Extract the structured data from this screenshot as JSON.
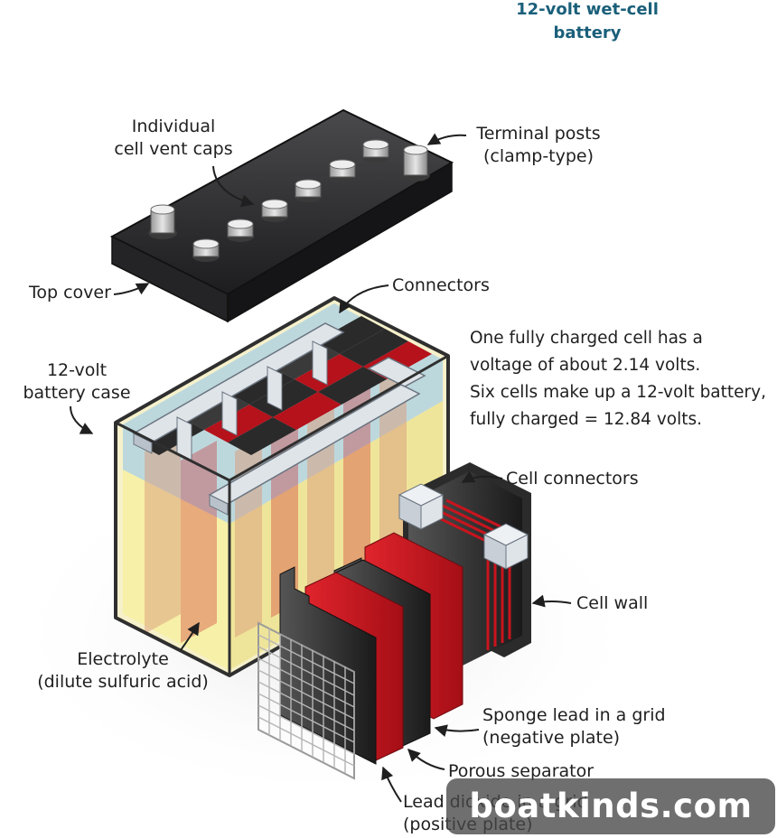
{
  "title": {
    "line1": "12-volt wet-cell",
    "line2": "battery"
  },
  "labels": {
    "vent_caps": {
      "line1": "Individual",
      "line2": "cell vent caps"
    },
    "terminal_posts": {
      "line1": "Terminal  posts",
      "line2": "(clamp-type)"
    },
    "top_cover": "Top cover",
    "connectors": "Connectors",
    "battery_case": {
      "line1": "12-volt",
      "line2": "battery case"
    },
    "cell_connectors": "Cell connectors",
    "cell_wall": "Cell wall",
    "electrolyte": {
      "line1": "Electrolyte",
      "line2": "(dilute sulfuric acid)"
    },
    "negative_plate": {
      "line1": "Sponge lead in a grid",
      "line2": "(negative plate)"
    },
    "separator": "Porous separator",
    "positive_plate": {
      "line1": "Lead dioxide in a grid",
      "line2": "(positive plate)"
    }
  },
  "note": {
    "line1": "One fully charged cell has a",
    "line2": "voltage of about 2.14 volts.",
    "line3": "Six cells make up a 12-volt battery,",
    "line4": "fully charged = 12.84 volts."
  },
  "watermark": "boatkinds.com",
  "colors": {
    "title": "#1a5f7a",
    "cover": "#2e2e30",
    "case_outline": "#3a3a3a",
    "electrolyte": "#f7f0a8",
    "air_gap": "#a9cfe3",
    "red_plate": "#c8141e",
    "black_plate": "#222222",
    "connector": "#dfe4e8"
  }
}
